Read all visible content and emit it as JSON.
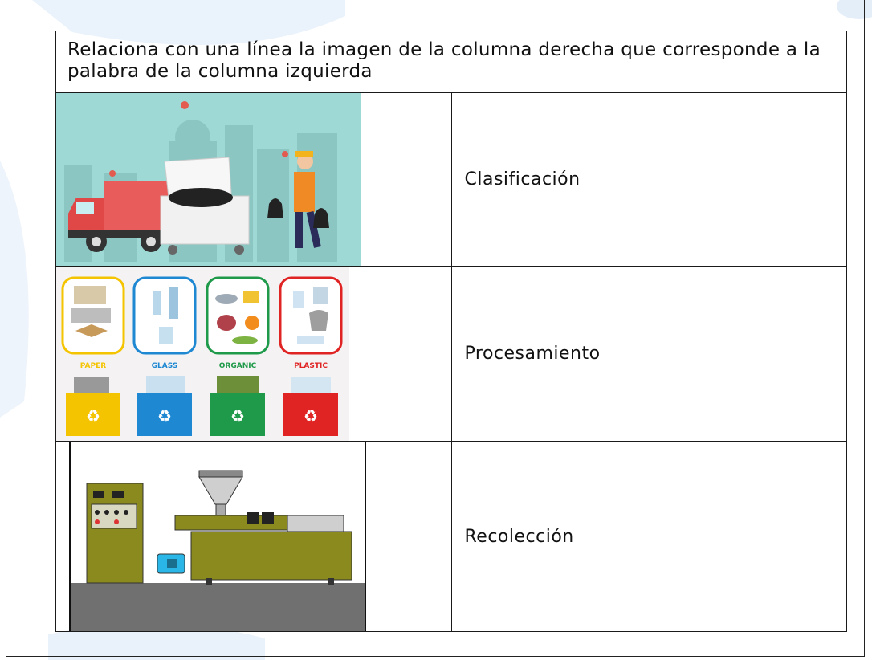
{
  "worksheet": {
    "instruction": "Relaciona con una línea la imagen de la columna derecha que corresponde a la palabra de la columna izquierda",
    "rows": [
      {
        "image_name": "garbage-collection-illustration",
        "word": "Clasificación"
      },
      {
        "image_name": "recycling-bins-illustration",
        "word": "Procesamiento"
      },
      {
        "image_name": "processing-machine-illustration",
        "word": "Recolección"
      }
    ],
    "bin_labels": [
      "PAPER",
      "GLASS",
      "ORGANIC",
      "PLASTIC"
    ]
  },
  "colors": {
    "border": "#1a1a1a",
    "watermark": "#e8f1fa",
    "paper": "#f5c400",
    "glass": "#1e88d2",
    "organic": "#1f9a4a",
    "plastic": "#e02424",
    "machine": "#8a8a1e"
  }
}
